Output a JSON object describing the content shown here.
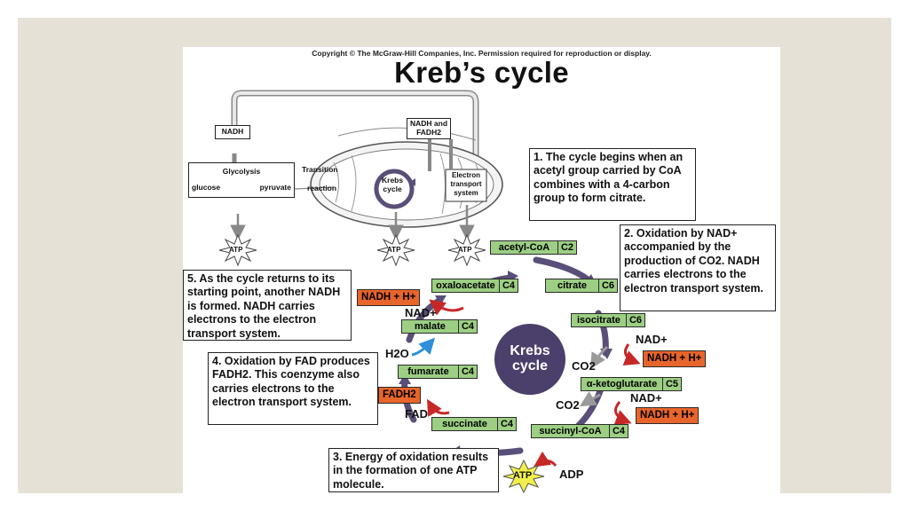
{
  "copyright": "Copyright © The McGraw-Hill Companies, Inc. Permission required for reproduction or display.",
  "title": "Kreb’s cycle",
  "overview": {
    "nadh": "NADH",
    "nadh_fadh2": "NADH and FADH2",
    "glycolysis": "Glycolysis",
    "glucose": "glucose",
    "pyruvate": "pyruvate",
    "transition": "Transition",
    "reaction": "reaction",
    "krebs": "Krebs",
    "cycle": "cycle",
    "etc_line1": "Electron",
    "etc_line2": "transport",
    "etc_line3": "system",
    "atp": "ATP"
  },
  "notes": {
    "n1": "1. The cycle begins when an acetyl group carried by CoA combines with a 4-carbon group to form citrate.",
    "n2": "2. Oxidation by NAD+ accompanied by the production of CO2. NADH carries electrons to the electron transport system.",
    "n3": "3. Energy of oxidation results in the formation of one ATP molecule.",
    "n4": "4. Oxidation by FAD produces FADH2. This coenzyme also carries electrons to the electron transport system.",
    "n5": "5. As the cycle returns to its starting point, another NADH is formed. NADH carries electrons to the electron transport system."
  },
  "compounds": {
    "acetyl": {
      "name": "acetyl-CoA",
      "carbons": "C2"
    },
    "citrate": {
      "name": "citrate",
      "carbons": "C6"
    },
    "isocitrate": {
      "name": "isocitrate",
      "carbons": "C6"
    },
    "ketoglutarate": {
      "name": "α-ketoglutarate",
      "carbons": "C5"
    },
    "succinylcoa": {
      "name": "succinyl-CoA",
      "carbons": "C4"
    },
    "succinate": {
      "name": "succinate",
      "carbons": "C4"
    },
    "fumarate": {
      "name": "fumarate",
      "carbons": "C4"
    },
    "malate": {
      "name": "malate",
      "carbons": "C4"
    },
    "oxaloacetate": {
      "name": "oxaloacetate",
      "carbons": "C4"
    }
  },
  "center": {
    "line1": "Krebs",
    "line2": "cycle"
  },
  "products": {
    "nadh_h": "NADH + H+",
    "nad": "NAD+",
    "co2": "CO2",
    "fadh2": "FADH2",
    "fad": "FAD",
    "h2o": "H2O",
    "atp": "ATP",
    "adp": "ADP"
  },
  "colors": {
    "compound_box": "#9ccf83",
    "product_box": "#e8652b",
    "cycle_center": "#4b3f6b",
    "cycle_arrow": "#5a4f78",
    "red_arrow": "#c62828",
    "blue_arrow": "#2f8fd8",
    "atp_burst": "#f2ef4a"
  }
}
